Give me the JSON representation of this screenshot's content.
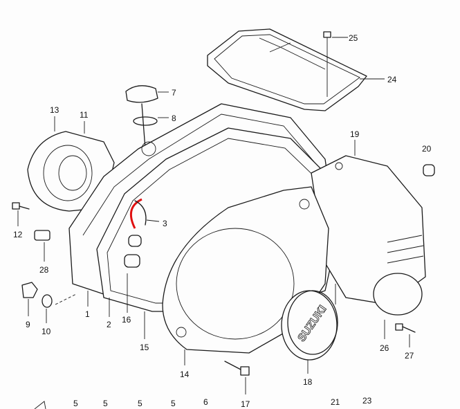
{
  "diagram": {
    "title_brand": "SUZUKI",
    "highlight_color": "#e01010",
    "callouts": [
      "25",
      "24",
      "7",
      "8",
      "13",
      "11",
      "19",
      "20",
      "3",
      "12",
      "28",
      "1",
      "2",
      "16",
      "9",
      "10",
      "15",
      "26",
      "27",
      "14",
      "18",
      "17",
      "21",
      "23",
      "5",
      "5",
      "5",
      "5",
      "6"
    ]
  }
}
